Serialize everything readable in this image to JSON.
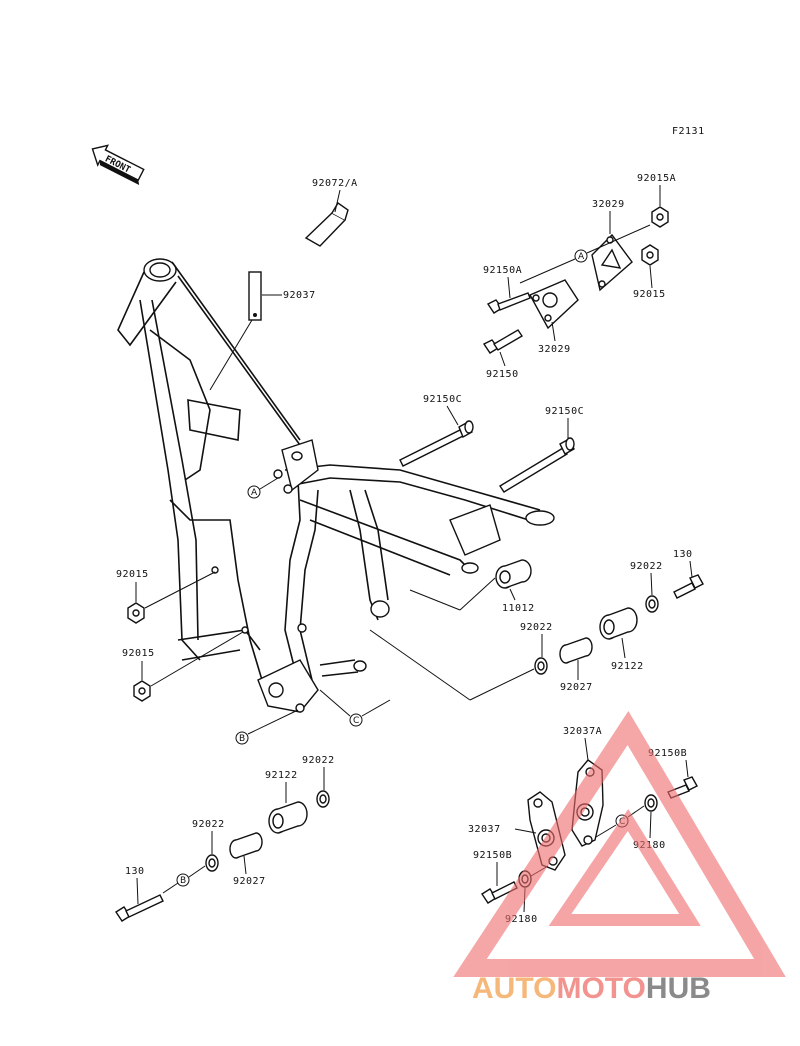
{
  "figure_code": "F2131",
  "front_label": "FRONT",
  "parts": {
    "p92072A": "92072/A",
    "p92037": "92037",
    "p92015A": "92015A",
    "p32029_top": "32029",
    "p92150A": "92150A",
    "p92015_tr": "92015",
    "p32029_bot": "32029",
    "p92150": "92150",
    "p92150C_1": "92150C",
    "p92150C_2": "92150C",
    "p92015_l1": "92015",
    "p92015_l2": "92015",
    "p130_r": "130",
    "p92022_r1": "92022",
    "p11012": "11012",
    "p92022_r2": "92022",
    "p92122_r": "92122",
    "p92027_r": "92027",
    "p32037A": "32037A",
    "p92150B_r": "92150B",
    "p92122_l": "92122",
    "p92022_l1": "92022",
    "p92022_l2": "92022",
    "p32037": "32037",
    "p92180_r": "92180",
    "p92150B_l": "92150B",
    "p130_l": "130",
    "p92027_l": "92027",
    "p92180_l": "92180"
  },
  "refs": {
    "a1": "A",
    "a2": "A",
    "b1": "B",
    "b2": "B",
    "c1": "C",
    "c2": "C"
  },
  "watermark": {
    "part1": "AUTO",
    "part2": "MOTO",
    "part3": "HUB",
    "color1": "#f5b87a",
    "color2": "#f2938f",
    "color3": "#8a8a8a"
  }
}
